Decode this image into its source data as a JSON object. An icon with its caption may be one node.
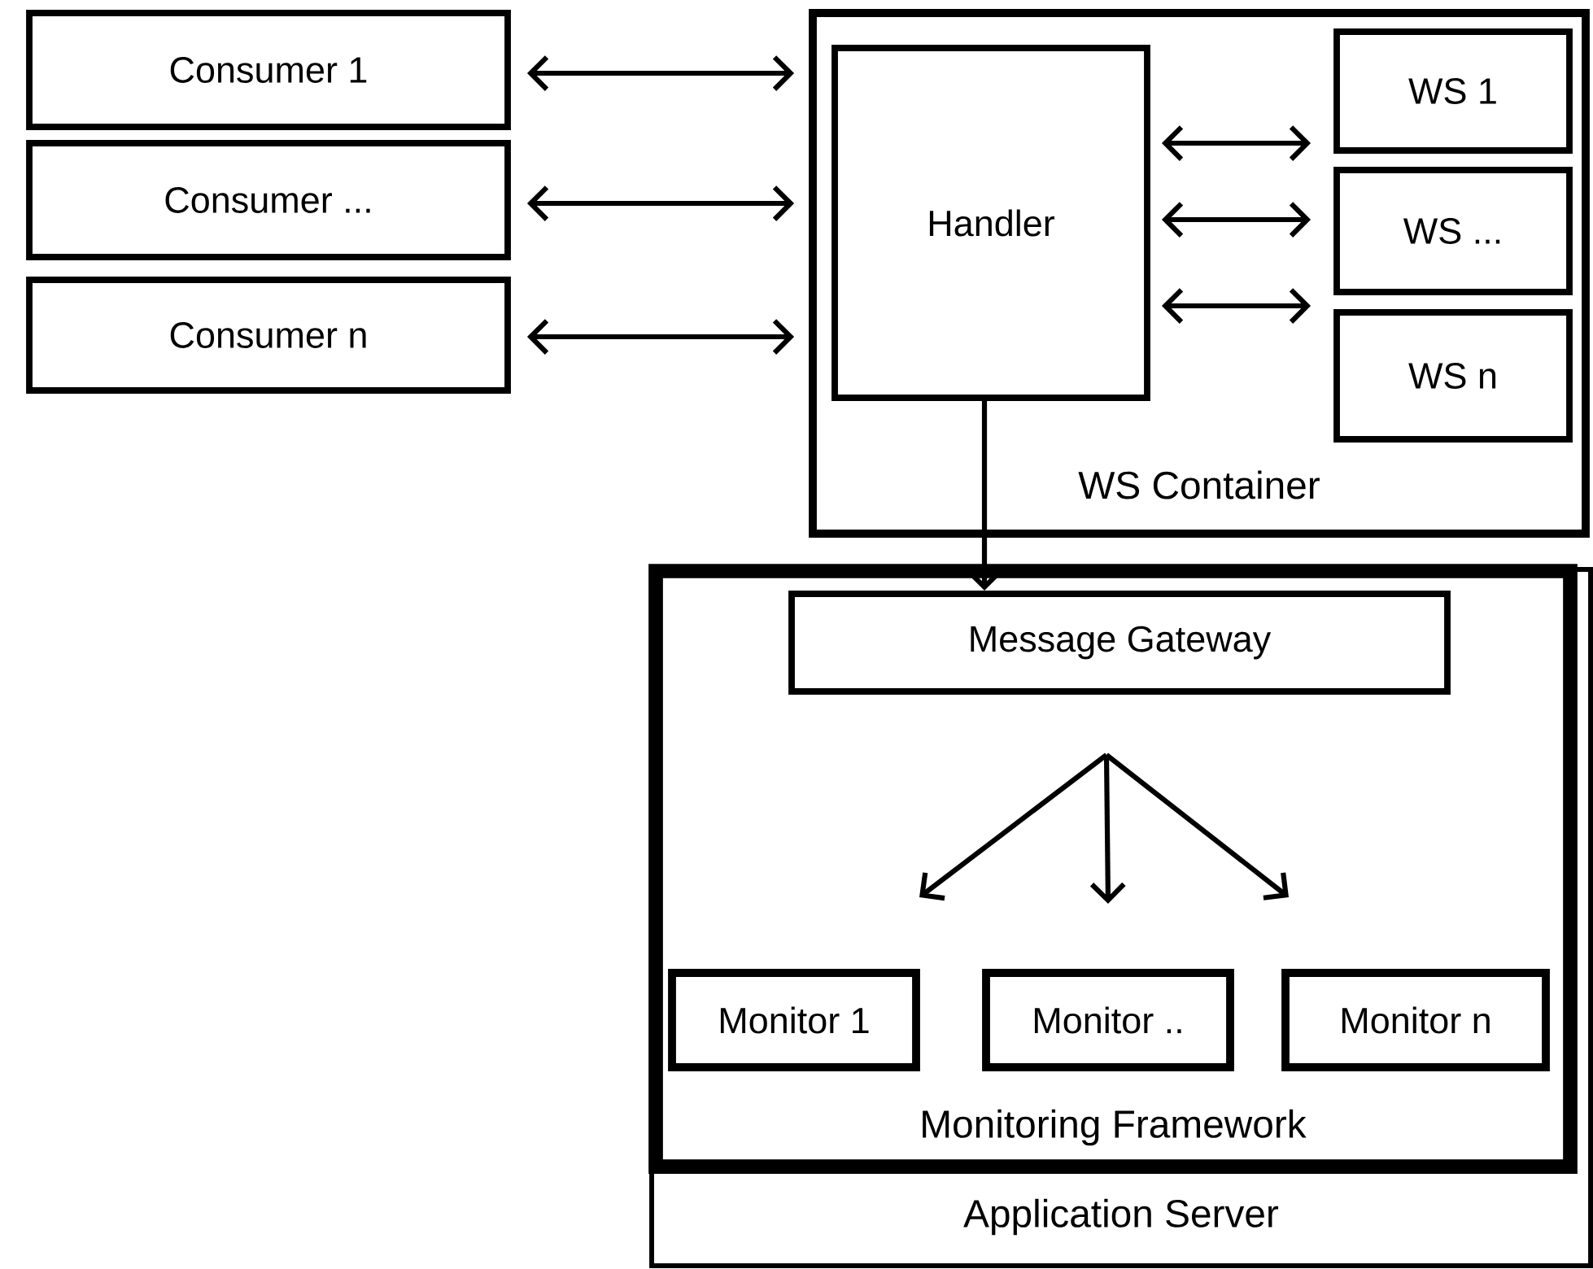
{
  "diagram": {
    "nodes": [
      {
        "text": [
          "Consumer 1"
        ]
      },
      {
        "text": [
          "Consumer ..."
        ]
      },
      {
        "text": [
          "Consumer n"
        ]
      },
      {
        "text": [
          "WS Container"
        ]
      },
      {
        "text": [
          "Handler"
        ],
        "in": 3
      },
      {
        "text": [
          "WS 1"
        ],
        "in": 3
      },
      {
        "text": [
          "WS ..."
        ],
        "in": 3
      },
      {
        "text": [
          "WS n"
        ],
        "in": 3
      },
      {
        "text": [
          "Application Server"
        ]
      },
      {
        "text": [
          "Monitoring Framework"
        ],
        "in": 8
      },
      {
        "text": [
          "Message Gateway"
        ],
        "in": 9
      },
      {
        "text": [
          "Monitor 1"
        ],
        "in": 9
      },
      {
        "text": [
          "Monitor .."
        ],
        "in": 9
      },
      {
        "text": [
          "Monitor n"
        ],
        "in": 9
      }
    ],
    "edges": [
      {
        "from": 0,
        "to": 4,
        "arrow": "both"
      },
      {
        "from": 1,
        "to": 4,
        "arrow": "both"
      },
      {
        "from": 2,
        "to": 4,
        "arrow": "both"
      },
      {
        "from": 4,
        "to": 5,
        "arrow": "both"
      },
      {
        "from": 4,
        "to": 6,
        "arrow": "both"
      },
      {
        "from": 4,
        "to": 7,
        "arrow": "both"
      },
      {
        "from": 4,
        "to": 10,
        "arrow": "to"
      },
      {
        "from": 10,
        "to": 11,
        "arrow": "to"
      },
      {
        "from": 10,
        "to": 12,
        "arrow": "to"
      },
      {
        "from": 10,
        "to": 13,
        "arrow": "to"
      }
    ]
  }
}
